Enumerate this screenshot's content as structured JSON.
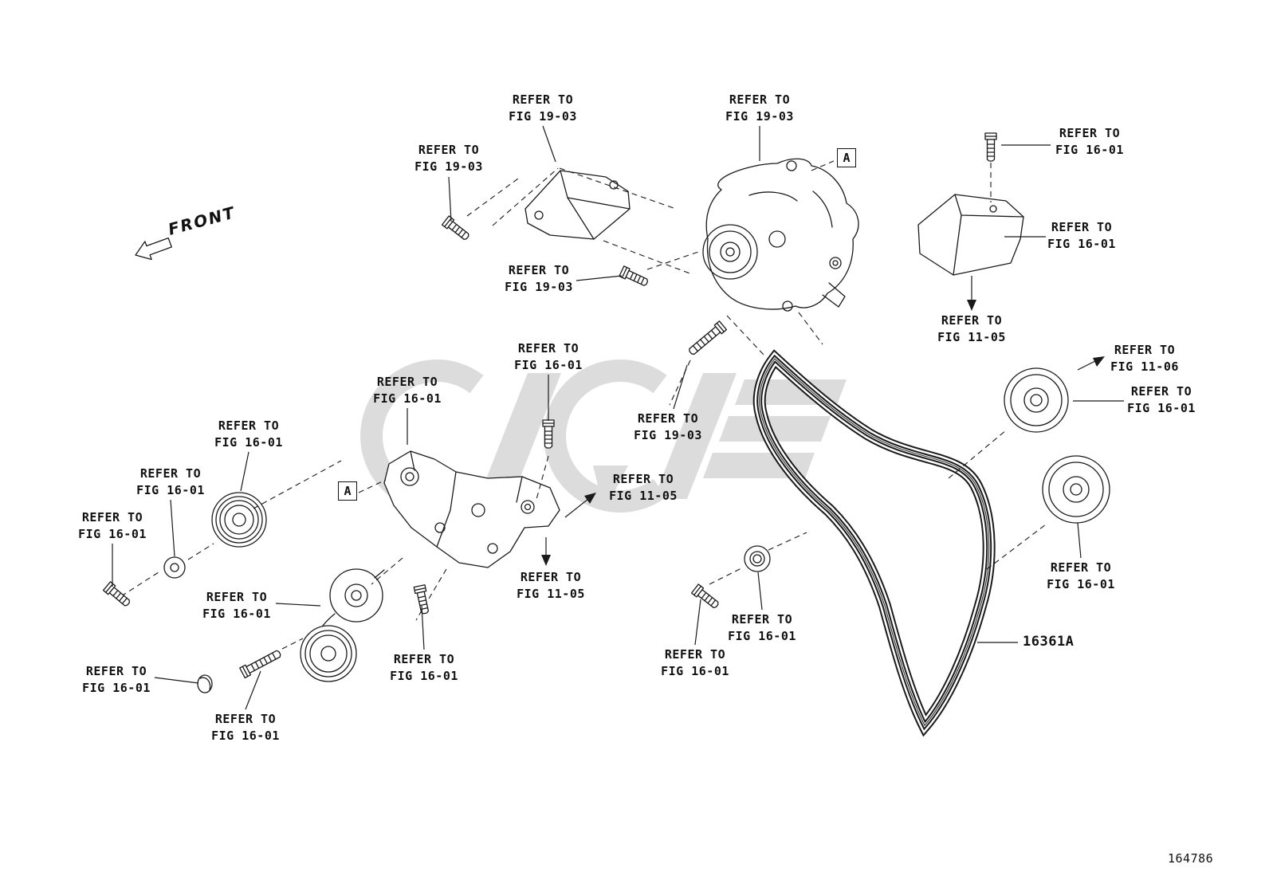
{
  "meta": {
    "front_label": "FRONT",
    "part_number": "16361A",
    "doc_number": "164786",
    "view_marker": "A"
  },
  "callouts": [
    {
      "line1": "REFER TO",
      "line2": "FIG 19-03"
    },
    {
      "line1": "REFER TO",
      "line2": "FIG 19-03"
    },
    {
      "line1": "REFER TO",
      "line2": "FIG 19-03"
    },
    {
      "line1": "REFER TO",
      "line2": "FIG 16-01"
    },
    {
      "line1": "REFER TO",
      "line2": "FIG 16-01"
    },
    {
      "line1": "REFER TO",
      "line2": "FIG 19-03"
    },
    {
      "line1": "REFER TO",
      "line2": "FIG 11-05"
    },
    {
      "line1": "REFER TO",
      "line2": "FIG 11-06"
    },
    {
      "line1": "REFER TO",
      "line2": "FIG 16-01"
    },
    {
      "line1": "REFER TO",
      "line2": "FIG 16-01"
    },
    {
      "line1": "REFER TO",
      "line2": "FIG 16-01"
    },
    {
      "line1": "REFER TO",
      "line2": "FIG 19-03"
    },
    {
      "line1": "REFER TO",
      "line2": "FIG 16-01"
    },
    {
      "line1": "REFER TO",
      "line2": "FIG 16-01"
    },
    {
      "line1": "REFER TO",
      "line2": "FIG 16-01"
    },
    {
      "line1": "REFER TO",
      "line2": "FIG 11-05"
    },
    {
      "line1": "REFER TO",
      "line2": "FIG 11-05"
    },
    {
      "line1": "REFER TO",
      "line2": "FIG 16-01"
    },
    {
      "line1": "REFER TO",
      "line2": "FIG 16-01"
    },
    {
      "line1": "REFER TO",
      "line2": "FIG 16-01"
    },
    {
      "line1": "REFER TO",
      "line2": "FIG 16-01"
    },
    {
      "line1": "REFER TO",
      "line2": "FIG 16-01"
    },
    {
      "line1": "REFER TO",
      "line2": "FIG 16-01"
    },
    {
      "line1": "REFER TO",
      "line2": "FIG 16-01"
    }
  ]
}
